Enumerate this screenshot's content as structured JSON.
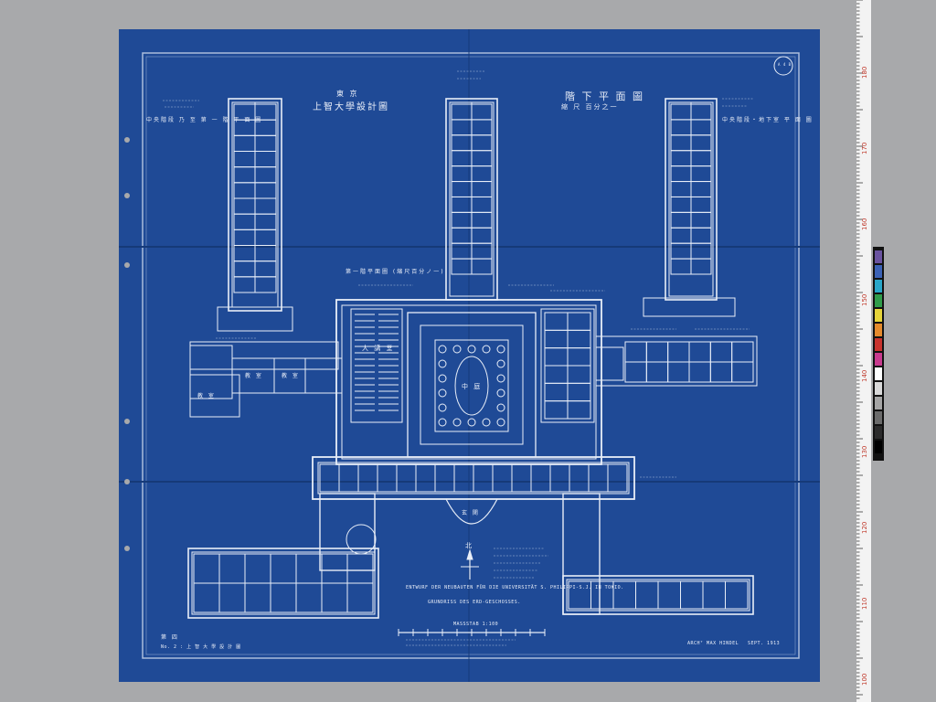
{
  "sheet": {
    "paper_color": "#1f4a96",
    "line_color": "#e8eef8",
    "stamp": "A 4 B"
  },
  "titles": {
    "main_jp_top": "東 京",
    "main_jp": "上智大學設計圖",
    "basement_jp": "階 下 平 面 圖",
    "basement_jp_sub": "縮 尺  百分之一",
    "left_wing_label": "中央階段 乃 至 第 一 階 平 面 圖",
    "right_wing_label": "中央階段・地下室 平 面 圖",
    "center_plan_label": "第一階平面圖 (縮尺百分ノ一)",
    "assembly_label": "大 講 堂",
    "center_hall_label": "中 庭",
    "left_room_a": "教 室",
    "left_room_b": "教 室",
    "left_room_c": "教 室",
    "entrance_label": "玄 関",
    "north_mark": "北",
    "drawing_title": "ENTWURF DER NEUBAUTEN FÜR DIE UNIVERSITÄT S. PHILIPPI-S.J. IN TOKIO.",
    "drawing_subtitle": "GRUNDRISS DES ERD-GESCHOSSES.",
    "scale_caption": "MASSSTAB 1:100",
    "architect": "ARCHᵀ MAX HINDEL",
    "date": "SEPT. 1913",
    "bottom_left_note": "No. 2 : 上 智 大 學 設 計 圖",
    "bottom_left_jp": "第 四"
  },
  "ruler": {
    "numbers": [
      "100",
      "110",
      "120",
      "130",
      "140",
      "150",
      "160",
      "170",
      "180"
    ],
    "color_patches": [
      "#6a53a0",
      "#3b62b6",
      "#29a6c9",
      "#2f9c4a",
      "#e6d43a",
      "#e58a2c",
      "#c8332d",
      "#c93a8e",
      "#ffffff",
      "#d9d9d9",
      "#a5a5a5",
      "#6b6b6b",
      "#2b2b2b",
      "#000000"
    ]
  }
}
